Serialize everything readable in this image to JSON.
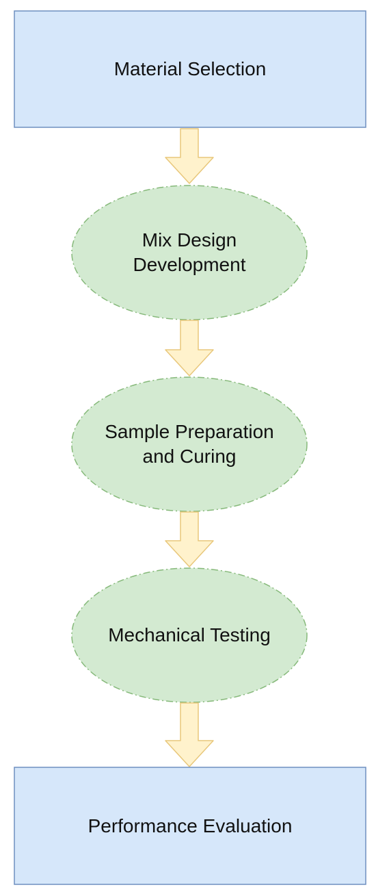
{
  "diagram": {
    "colors": {
      "box_fill": "#d6e7fa",
      "box_stroke": "#6f8fc0",
      "ellipse_fill": "#d3ead1",
      "ellipse_stroke": "#86b97a",
      "arrow_fill": "#fff2cc",
      "arrow_stroke": "#e8c77b"
    },
    "steps": [
      {
        "label": "Material Selection",
        "shape": "rectangle"
      },
      {
        "label": "Mix Design\nDevelopment",
        "shape": "ellipse"
      },
      {
        "label": "Sample Preparation\nand Curing",
        "shape": "ellipse"
      },
      {
        "label": "Mechanical Testing",
        "shape": "ellipse"
      },
      {
        "label": "Performance Evaluation",
        "shape": "rectangle"
      }
    ]
  }
}
